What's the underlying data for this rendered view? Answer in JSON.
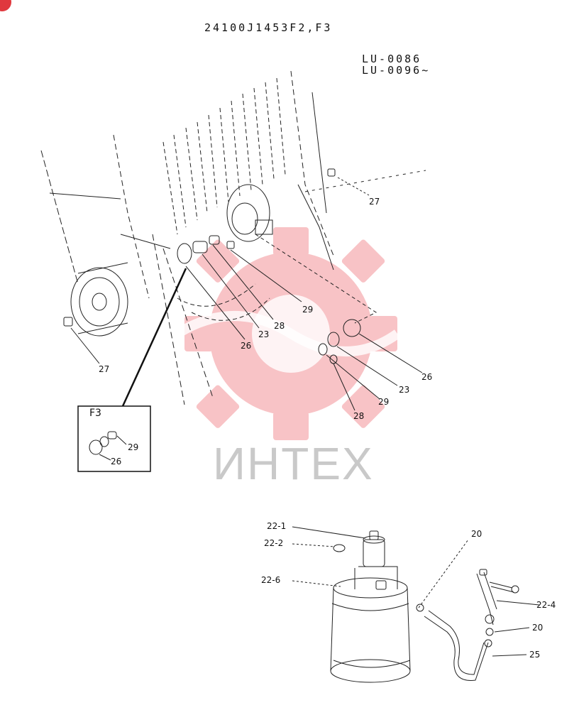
{
  "header": {
    "part_number": "24100J1453F2,F3",
    "serial_line_1": "LU-0086",
    "serial_line_2": "LU-0096~"
  },
  "watermark": {
    "text": "ИНТЕХ",
    "color": "#f4a3a6"
  },
  "inset": {
    "title": "F3"
  },
  "labels": {
    "l27_top": "27",
    "l27_left": "27",
    "l29_a": "29",
    "l28_a": "28",
    "l23_a": "23",
    "l26_a": "26",
    "l26_b": "26",
    "l23_b": "23",
    "l29_b": "29",
    "l28_b": "28",
    "l29_inset": "29",
    "l26_inset": "26",
    "l22_1": "22-1",
    "l22_2": "22-2",
    "l22_6": "22-6",
    "l20_top": "20",
    "l22_4": "22-4",
    "l20_low": "20",
    "l25": "25"
  }
}
